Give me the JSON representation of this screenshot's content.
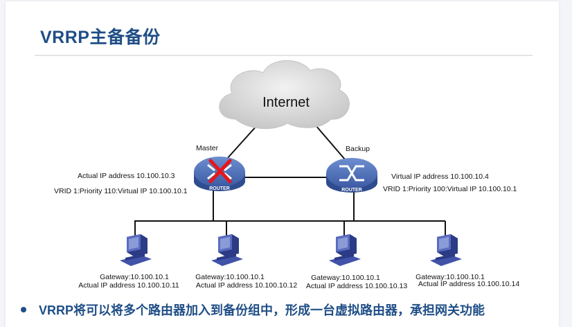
{
  "slide": {
    "title": "VRRP主备备份",
    "bullet": "VRRP将可以将多个路由器加入到备份组中，形成一台虚拟路由器，承担网关功能"
  },
  "diagram": {
    "cloud_label": "Internet",
    "master": {
      "role": "Master",
      "device_label": "ROUTER",
      "status": "failed",
      "ip": "Actual IP address 10.100.10.3",
      "vrid": "VRID 1:Priority 110:Virtual IP  10.100.10.1"
    },
    "backup": {
      "role": "Backup",
      "device_label": "ROUTER",
      "ip": "Virtual IP address 10.100.10.4",
      "vrid": "VRID 1:Priority 100:Virtual IP  10.100.10.1"
    },
    "hosts": [
      {
        "gateway": "Gateway:10.100.10.1",
        "ip": "Actual IP address 10.100.10.11"
      },
      {
        "gateway": "Gateway:10.100.10.1",
        "ip": "Actual IP address 10.100.10.12"
      },
      {
        "gateway": "Gateway:10.100.10.1",
        "ip": "Actual IP address 10.100.10.13"
      },
      {
        "gateway": "Gateway:10.100.10.1",
        "ip": "Actual IP address 10.100.10.14"
      }
    ]
  },
  "colors": {
    "title": "#1f4e86",
    "router": "#4a6bb5",
    "failure_mark": "#e8161b",
    "pc": "#3d4fa8"
  }
}
